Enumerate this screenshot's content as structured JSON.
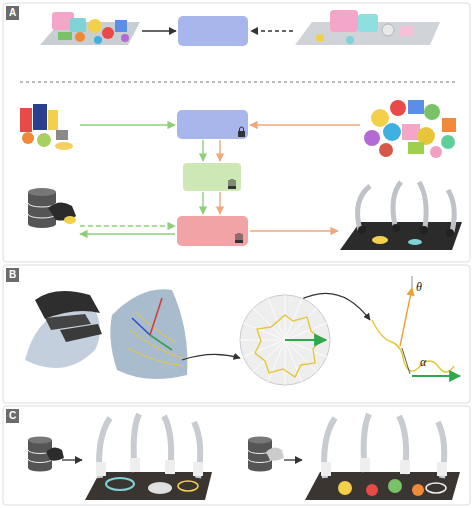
{
  "diagram": {
    "labels": [
      "A",
      "B",
      "C",
      "θ",
      "α"
    ]
  }
}
